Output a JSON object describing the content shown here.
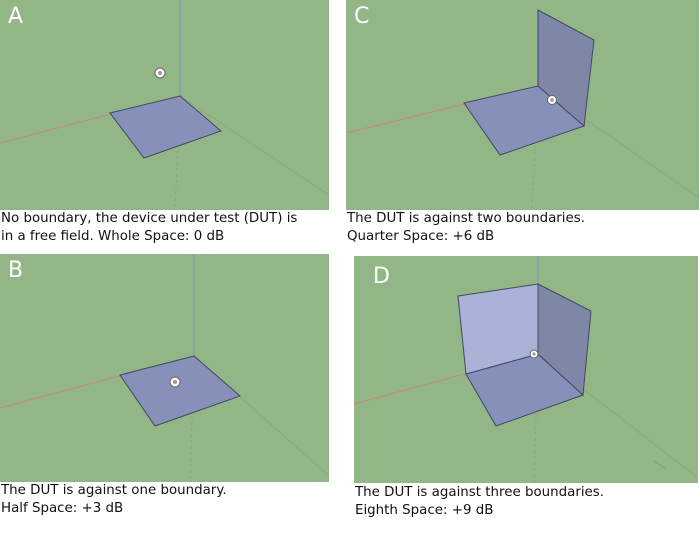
{
  "colors": {
    "field": "#93b686",
    "panel": "#8790b8",
    "panel_light": "#abb2d8",
    "panel_dark": "#7f87a6",
    "edge": "#434763",
    "axis_red": "#c88585",
    "axis_blue": "#7e98b2",
    "axis_green": "#86a884"
  },
  "panels": {
    "a": {
      "label": "A",
      "caption": [
        "No boundary, the device under test (DUT) is",
        "in a free field. Whole Space:  0 dB"
      ]
    },
    "b": {
      "label": "B",
      "caption": [
        "The DUT is against one boundary.",
        "Half Space: +3 dB"
      ]
    },
    "c": {
      "label": "C",
      "caption": [
        "The DUT is against two boundaries.",
        "Quarter Space: +6 dB"
      ]
    },
    "d": {
      "label": "D",
      "caption": [
        "The DUT is against three boundaries.",
        "Eighth Space: +9 dB"
      ]
    }
  }
}
